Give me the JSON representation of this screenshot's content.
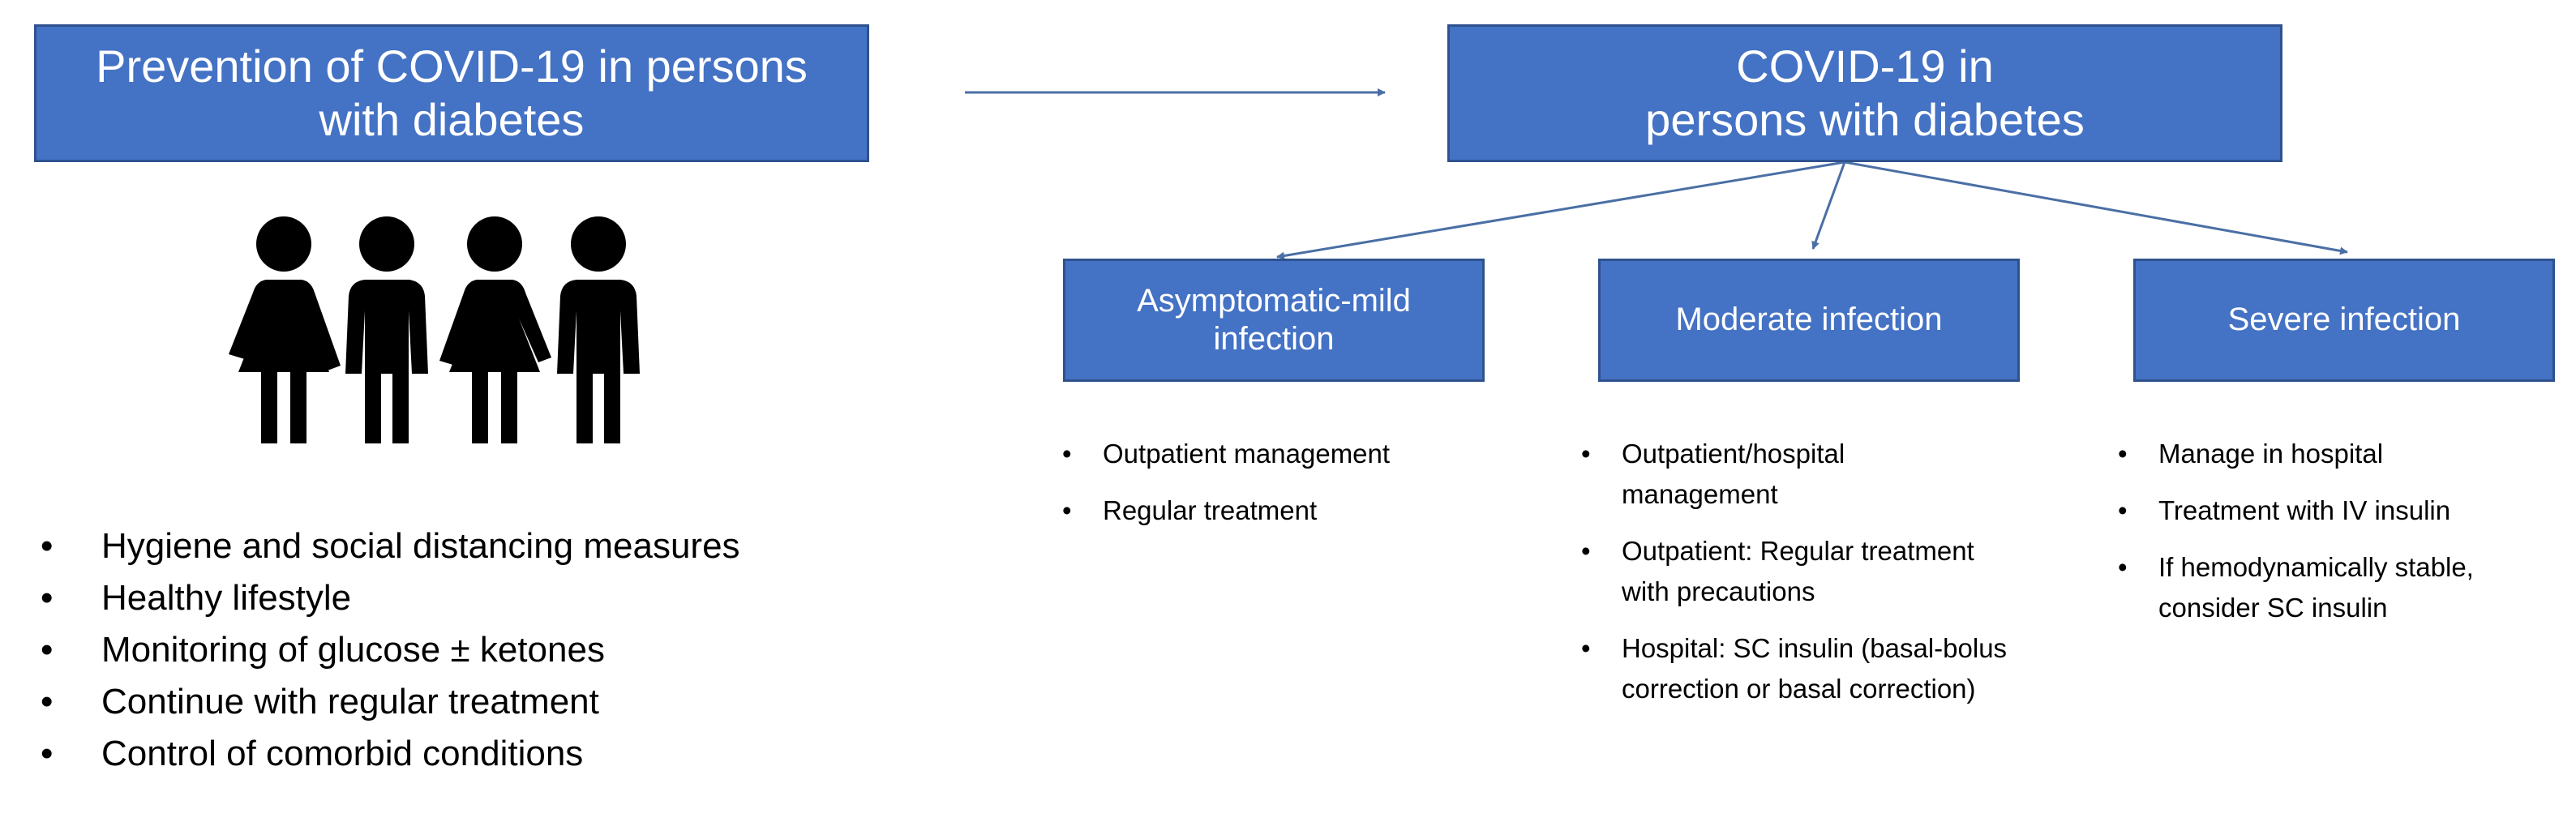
{
  "prevention": {
    "title_lines": [
      "Prevention of COVID-19 in persons",
      "with diabetes"
    ],
    "icon": "family-group-icon",
    "items": [
      "Hygiene and social distancing measures",
      "Healthy lifestyle",
      "Monitoring of glucose ± ketones",
      "Continue with regular treatment",
      "Control of comorbid conditions"
    ]
  },
  "covid": {
    "title_lines": [
      "COVID-19 in",
      "persons with diabetes"
    ]
  },
  "mild": {
    "title_lines": [
      "Asymptomatic-mild",
      "infection"
    ],
    "items": [
      "Outpatient management",
      "Regular treatment"
    ]
  },
  "moderate": {
    "title_lines": [
      "Moderate infection"
    ],
    "items": [
      "Outpatient/hospital management",
      "Outpatient: Regular treatment with precautions",
      "Hospital: SC insulin (basal-bolus correction or basal correction)"
    ]
  },
  "severe": {
    "title_lines": [
      "Severe infection"
    ],
    "items": [
      "Manage in hospital",
      "Treatment with IV insulin",
      "If hemodynamically stable, consider SC insulin"
    ]
  },
  "colors": {
    "box_fill": "#4472c4",
    "box_border": "#2f528f",
    "arrow": "#4a6fa5",
    "text": "#000000",
    "figure": "#000000"
  }
}
